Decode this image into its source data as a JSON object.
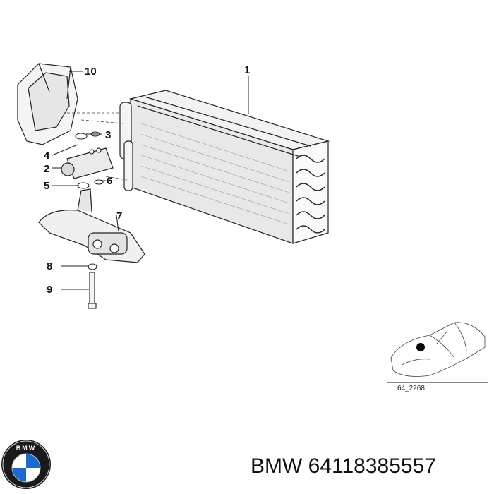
{
  "callouts": {
    "c1": "1",
    "c2": "2",
    "c3": "3",
    "c4": "4",
    "c5": "5",
    "c6": "6",
    "c7": "7",
    "c8": "8",
    "c9": "9",
    "c10": "10"
  },
  "inset": {
    "code": "64_2268"
  },
  "footer": {
    "brand": "BMW",
    "part_number": "64118385557"
  },
  "logo": {
    "letters": "BMW",
    "colors": {
      "blue": "#1c69d4",
      "ring": "#1a1a1a",
      "white": "#ffffff"
    }
  }
}
